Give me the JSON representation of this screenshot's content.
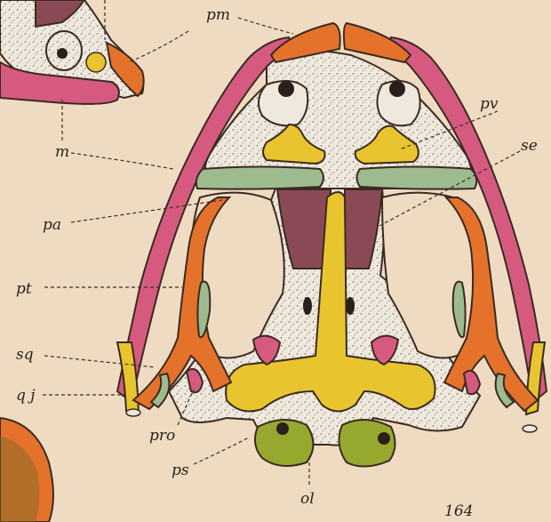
{
  "labels": {
    "pm": "pm",
    "pv": "pv",
    "se": "se",
    "m": "m",
    "pa": "pa",
    "pt": "pt",
    "sq": "sq",
    "qj": "q j",
    "pro": "pro",
    "ps": "ps",
    "ol": "ol"
  },
  "page_number": "164",
  "colors": {
    "paper": "#eedbc1",
    "stipple_bone": "#efe8dc",
    "premaxilla_orange": "#e4722b",
    "maxilla_pink": "#d65a7f",
    "palatine_green": "#9dbb8f",
    "vomer_yellow": "#e8c52e",
    "sphenethmoid_maroon": "#8a4a55",
    "occipital_olive": "#96a82d"
  }
}
